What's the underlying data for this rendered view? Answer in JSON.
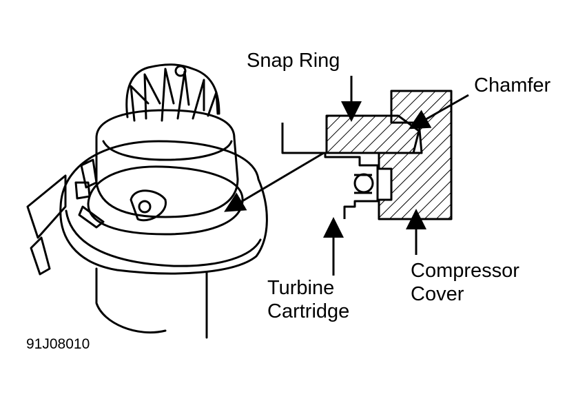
{
  "labels": {
    "snap_ring": "Snap Ring",
    "chamfer": "Chamfer",
    "turbine_line1": "Turbine",
    "turbine_line2": "Cartridge",
    "compressor_line1": "Compressor",
    "compressor_line2": "Cover"
  },
  "figure_code": "91J08010",
  "colors": {
    "ink": "#000000",
    "paper": "#ffffff"
  }
}
